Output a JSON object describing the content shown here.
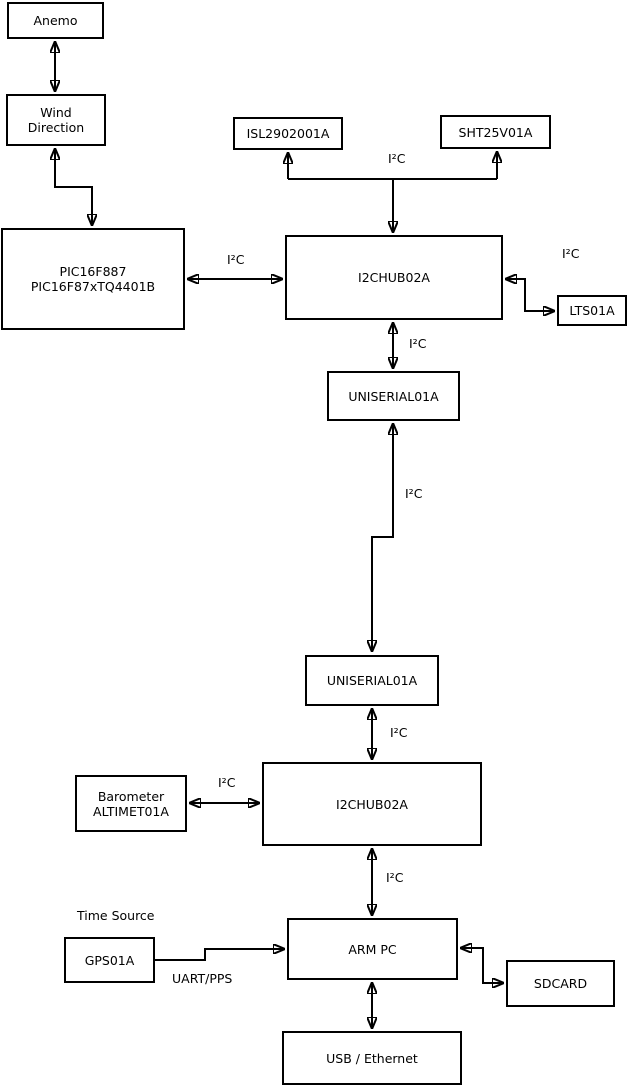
{
  "diagram": {
    "colors": {
      "background": "#ffffff",
      "line": "#000000",
      "box_fill": "#ffffff",
      "text": "#000000"
    },
    "boxes": {
      "anemo": {
        "label": "Anemo"
      },
      "wind_direction": {
        "line1": "Wind",
        "line2": "Direction"
      },
      "pic_controller": {
        "line1": "PIC16F887",
        "line2": "PIC16F87xTQ4401B"
      },
      "isl_sensor": {
        "label": "ISL2902001A"
      },
      "sht_sensor": {
        "label": "SHT25V01A"
      },
      "i2c_hub_upper": {
        "label": "I2CHUB02A"
      },
      "lts_sensor": {
        "label": "LTS01A"
      },
      "uniserial_upper": {
        "label": "UNISERIAL01A"
      },
      "uniserial_lower": {
        "label": "UNISERIAL01A"
      },
      "barometer": {
        "line1": "Barometer",
        "line2": "ALTIMET01A"
      },
      "i2c_hub_lower": {
        "label": "I2CHUB02A"
      },
      "gps": {
        "label": "GPS01A"
      },
      "arm_pc": {
        "label": "ARM PC"
      },
      "sdcard": {
        "label": "SDCARD"
      },
      "usb_ethernet": {
        "label": "USB / Ethernet"
      }
    },
    "edge_labels": {
      "pic_hub": "I²C",
      "hub_sensors": "I²C",
      "hub_lts": "I²C",
      "hub_uniserial": "I²C",
      "uniserial_link": "I²C",
      "uniserial_hub_lower": "I²C",
      "barometer_hub": "I²C",
      "hub_armpc": "I²C",
      "time_source": "Time Source",
      "gps_armpc": "UART/PPS"
    }
  }
}
